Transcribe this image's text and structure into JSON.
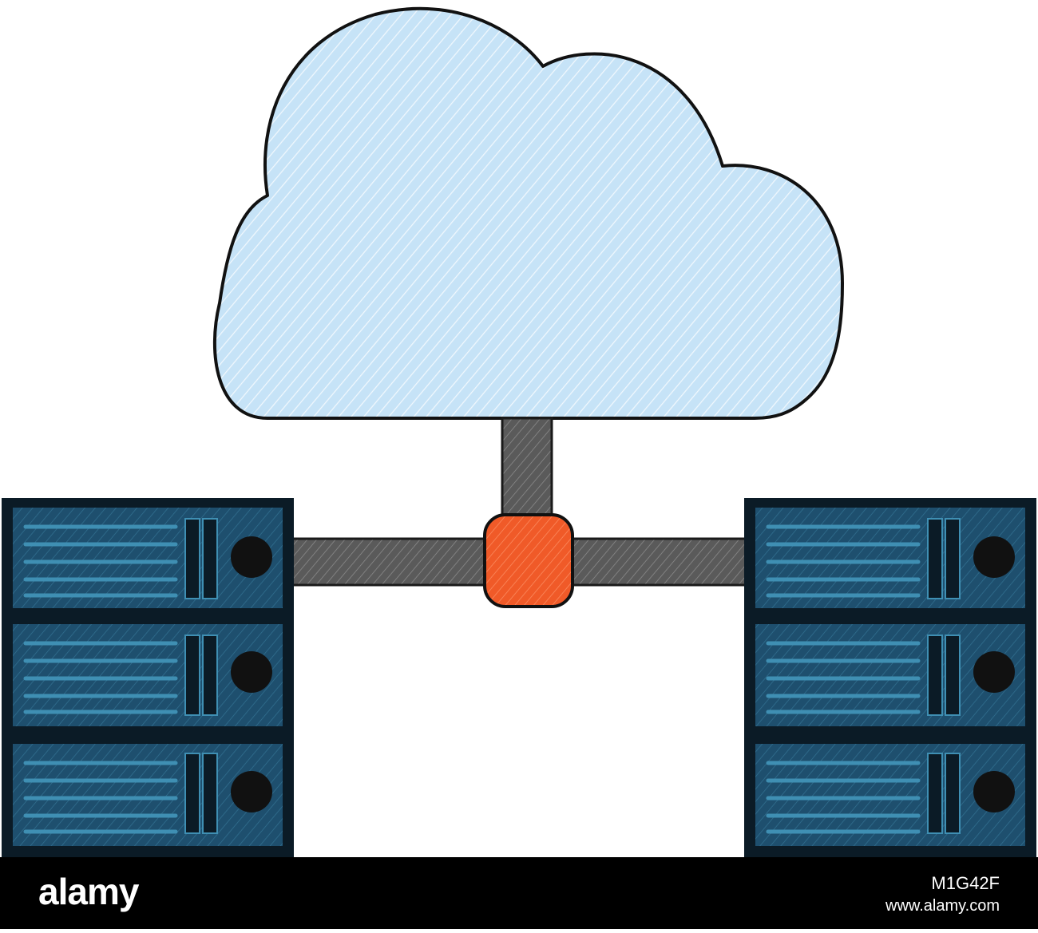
{
  "illustration": {
    "subject": "cloud-computing-network",
    "colors": {
      "cloud_fill": "#c6e3f7",
      "cloud_stroke": "#111111",
      "server_fill": "#1e4f6e",
      "server_frame": "#0b1b26",
      "server_stripe": "#3f8fb3",
      "connector": "#5a5a5a",
      "hub": "#f05a28",
      "disk": "#111111"
    },
    "icons": [
      "cloud-icon",
      "server-rack-icon",
      "network-hub-icon"
    ]
  },
  "watermark": {
    "brand": "alamy",
    "image_id": "M1G42F",
    "site": "www.alamy.com"
  }
}
